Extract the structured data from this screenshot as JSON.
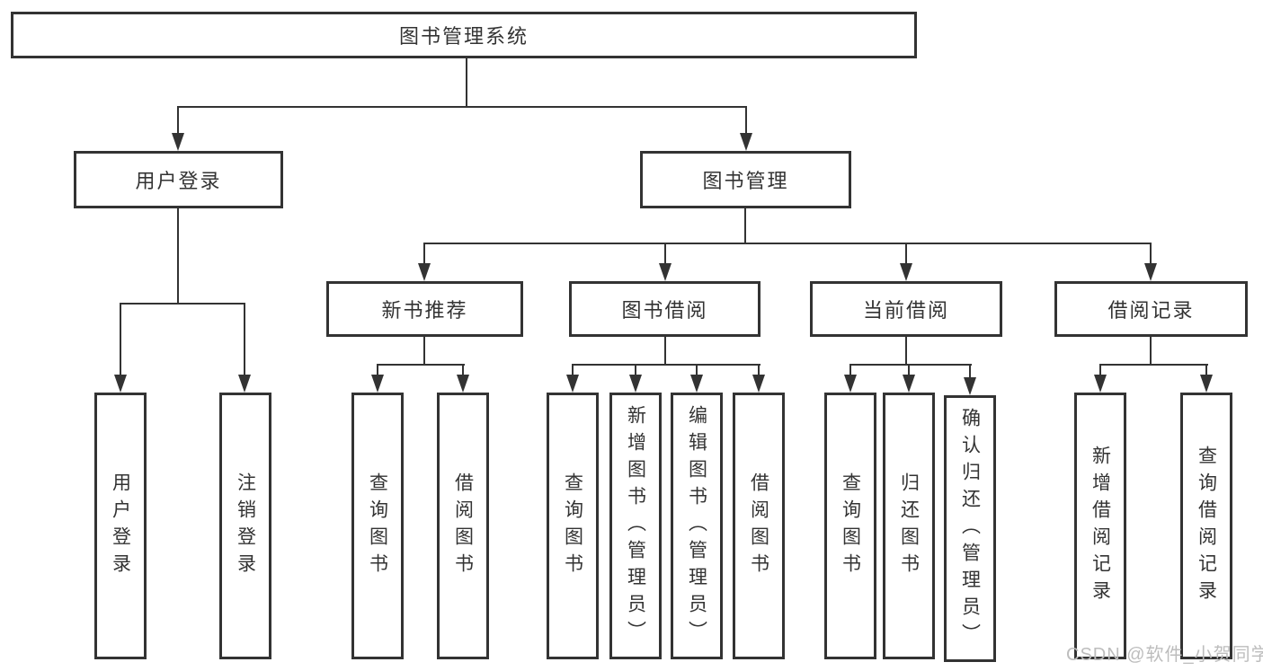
{
  "tree": {
    "label": "图书管理系统",
    "children": [
      {
        "label": "用户登录",
        "children": [
          {
            "label": "用户登录"
          },
          {
            "label": "注销登录"
          }
        ]
      },
      {
        "label": "图书管理",
        "children": [
          {
            "label": "新书推荐",
            "children": [
              {
                "label": "查询图书"
              },
              {
                "label": "借阅图书"
              }
            ]
          },
          {
            "label": "图书借阅",
            "children": [
              {
                "label": "查询图书"
              },
              {
                "label": "新增图书（管理员）"
              },
              {
                "label": "编辑图书（管理员）"
              },
              {
                "label": "借阅图书"
              }
            ]
          },
          {
            "label": "当前借阅",
            "children": [
              {
                "label": "查询图书"
              },
              {
                "label": "归还图书"
              },
              {
                "label": "确认归还（管理员）"
              }
            ]
          },
          {
            "label": "借阅记录",
            "children": [
              {
                "label": "新增借阅记录"
              },
              {
                "label": "查询借阅记录"
              }
            ]
          }
        ]
      }
    ]
  },
  "watermark": {
    "text": "CSDN @软件_小贺同学"
  },
  "colors": {
    "line": "#333333",
    "box_border": "#333333",
    "text": "#333333",
    "watermark": "#bdbdbd",
    "background": "#ffffff"
  }
}
